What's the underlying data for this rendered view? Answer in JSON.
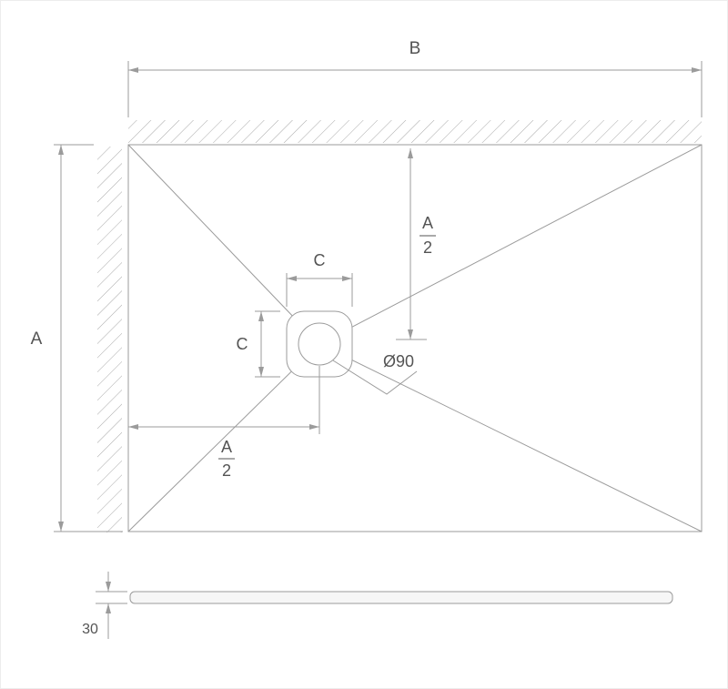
{
  "drawing": {
    "colors": {
      "line": "#9b9b9b",
      "hatch": "#a9a9a9",
      "text": "#545454",
      "background": "#ffffff"
    },
    "plan": {
      "dim_width": {
        "label": "B"
      },
      "dim_height": {
        "label": "A"
      },
      "dim_drain_width": {
        "label": "C"
      },
      "dim_drain_height": {
        "label": "C"
      },
      "dim_half_height": {
        "numerator": "A",
        "denominator": "2"
      },
      "dim_half_width": {
        "numerator": "A",
        "denominator": "2"
      },
      "drain_diameter": {
        "label": "Ø90"
      }
    },
    "section": {
      "dim_thickness": {
        "label": "30"
      }
    }
  }
}
